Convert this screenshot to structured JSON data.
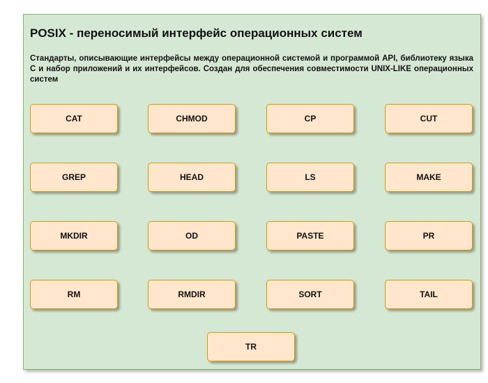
{
  "title": "POSIX - переносимый интерфейс операционных систем",
  "description": "Стандарты, описывающие интерфейсы между операционной системой и программой API, библиотеку языка C и набор приложений и их интерфейсов. Создан для обеспечения совместимости UNIX-LIKE  операционных систем",
  "commands": [
    [
      "CAT",
      "CHMOD",
      "CP",
      "CUT"
    ],
    [
      "GREP",
      "HEAD",
      "LS",
      "MAKE"
    ],
    [
      "MKDIR",
      "OD",
      "PASTE",
      "PR"
    ],
    [
      "RM",
      "RMDIR",
      "SORT",
      "TAIL"
    ],
    [
      "TR"
    ]
  ],
  "colors": {
    "panel_fill": "#d5e8d4",
    "panel_stroke": "#82b366",
    "box_fill": "#ffe6cc",
    "box_stroke": "#d79b00"
  }
}
